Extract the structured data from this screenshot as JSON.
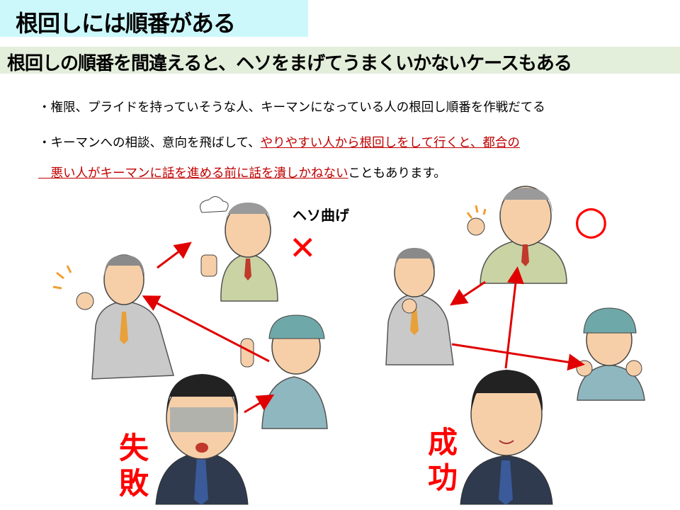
{
  "title": "根回しには順番がある",
  "subtitle": "根回しの順番を間違えると、ヘソをまげてうまくいかないケースもある",
  "bullets": {
    "b1": "・権限、プライドを持っていそうな人、キーマンになっている人の根回し順番を作戦だてる",
    "b2_plain": "・キーマンへの相談、意向を飛ばして、",
    "b2_red": "やりやすい人から根回しをして行くと、都合の",
    "b3_red": "　悪い人がキーマンに話を進める前に話を潰しかねない",
    "b3_plain": "こともあります。"
  },
  "labels": {
    "heso": "ヘソ曲げ",
    "failure": "失敗",
    "success": "成功"
  },
  "icons": {
    "cross": "✕",
    "circle": "○"
  },
  "colors": {
    "accent_red": "#c00000",
    "marker_red": "#ff0000",
    "title_bg": "#ccf8fb",
    "subtitle_bg": "#e3eedb"
  }
}
